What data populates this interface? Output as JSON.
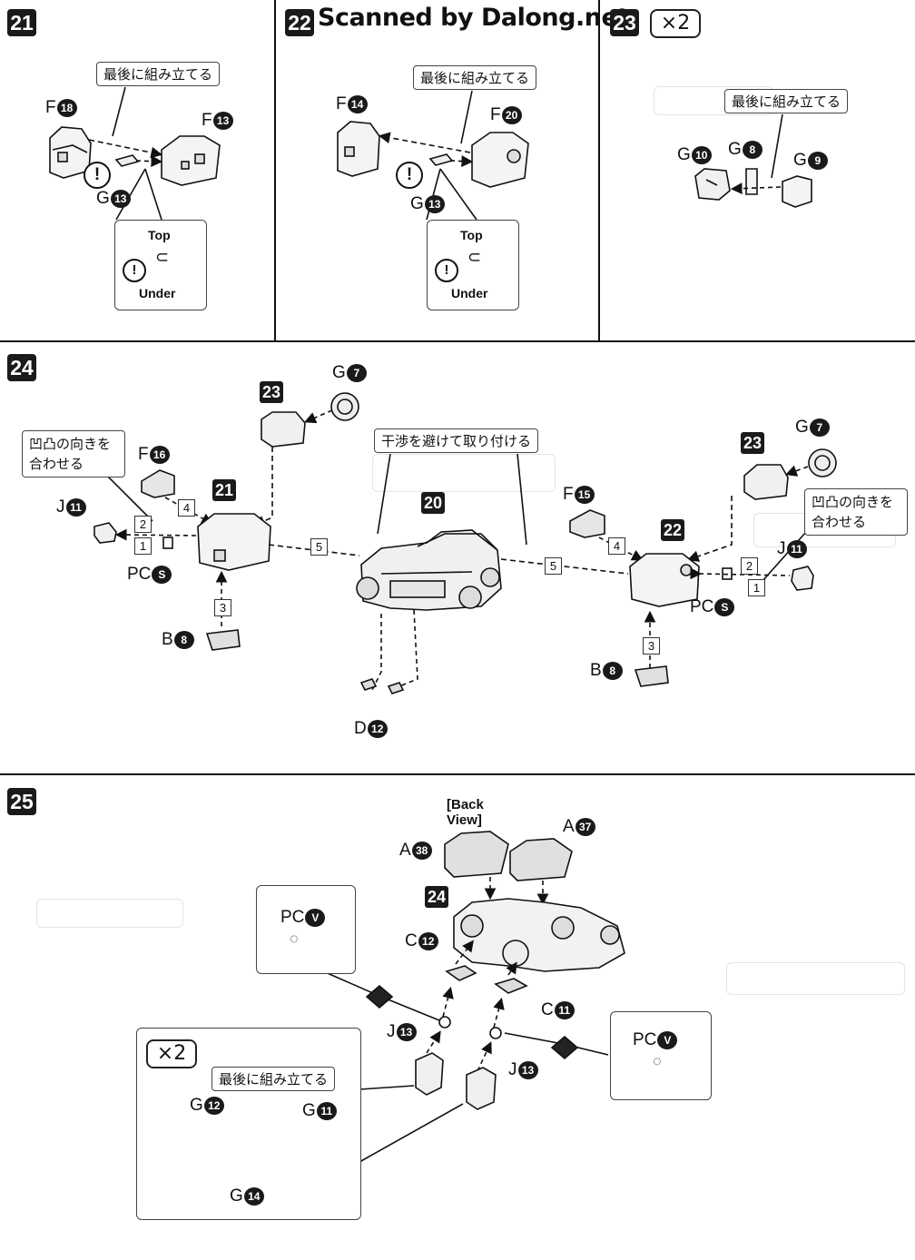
{
  "watermark": "Scanned by Dalong.net",
  "step21": {
    "step": "21",
    "note": "最後に組み立てる",
    "parts": {
      "left": {
        "letter": "F",
        "num": "18"
      },
      "right": {
        "letter": "F",
        "num": "13"
      },
      "pin": {
        "letter": "G",
        "num": "13"
      }
    },
    "orient": {
      "top": "Top",
      "under": "Under"
    }
  },
  "step22": {
    "step": "22",
    "note": "最後に組み立てる",
    "parts": {
      "left": {
        "letter": "F",
        "num": "14"
      },
      "right": {
        "letter": "F",
        "num": "20"
      },
      "pin": {
        "letter": "G",
        "num": "13"
      }
    },
    "orient": {
      "top": "Top",
      "under": "Under"
    }
  },
  "step23": {
    "step": "23",
    "qty": "×2",
    "note": "最後に組み立てる",
    "parts": {
      "a": {
        "letter": "G",
        "num": "10"
      },
      "b": {
        "letter": "G",
        "num": "8"
      },
      "c": {
        "letter": "G",
        "num": "9"
      }
    }
  },
  "step24": {
    "step": "24",
    "left": {
      "note": "凹凸の向きを 合わせる",
      "sub_a": "23",
      "sub_b": "21",
      "g": {
        "letter": "G",
        "num": "7"
      },
      "f": {
        "letter": "F",
        "num": "16"
      },
      "j": {
        "letter": "J",
        "num": "11"
      },
      "pc": {
        "letter": "PC",
        "num": "S"
      },
      "b": {
        "letter": "B",
        "num": "8"
      },
      "orders": [
        "2",
        "1",
        "4",
        "3",
        "5"
      ]
    },
    "center": {
      "note": "干渉を避けて取り付ける",
      "sub": "20",
      "d": {
        "letter": "D",
        "num": "12"
      }
    },
    "right": {
      "note": "凹凸の向きを 合わせる",
      "sub_a": "23",
      "sub_b": "22",
      "g": {
        "letter": "G",
        "num": "7"
      },
      "f": {
        "letter": "F",
        "num": "15"
      },
      "j": {
        "letter": "J",
        "num": "11"
      },
      "pc": {
        "letter": "PC",
        "num": "S"
      },
      "b": {
        "letter": "B",
        "num": "8"
      },
      "orders": [
        "5",
        "4",
        "2",
        "1",
        "3"
      ]
    }
  },
  "step25": {
    "step": "25",
    "view": "[Back View]",
    "sub": "24",
    "a38": {
      "letter": "A",
      "num": "38"
    },
    "a37": {
      "letter": "A",
      "num": "37"
    },
    "c12": {
      "letter": "C",
      "num": "12"
    },
    "c11": {
      "letter": "C",
      "num": "11"
    },
    "j13a": {
      "letter": "J",
      "num": "13"
    },
    "j13b": {
      "letter": "J",
      "num": "13"
    },
    "pcv_left": {
      "letter": "PC",
      "num": "V"
    },
    "pcv_right": {
      "letter": "PC",
      "num": "V"
    },
    "inset": {
      "qty": "×2",
      "note": "最後に組み立てる",
      "g12": {
        "letter": "G",
        "num": "12"
      },
      "g11": {
        "letter": "G",
        "num": "11"
      },
      "g14": {
        "letter": "G",
        "num": "14"
      }
    }
  }
}
